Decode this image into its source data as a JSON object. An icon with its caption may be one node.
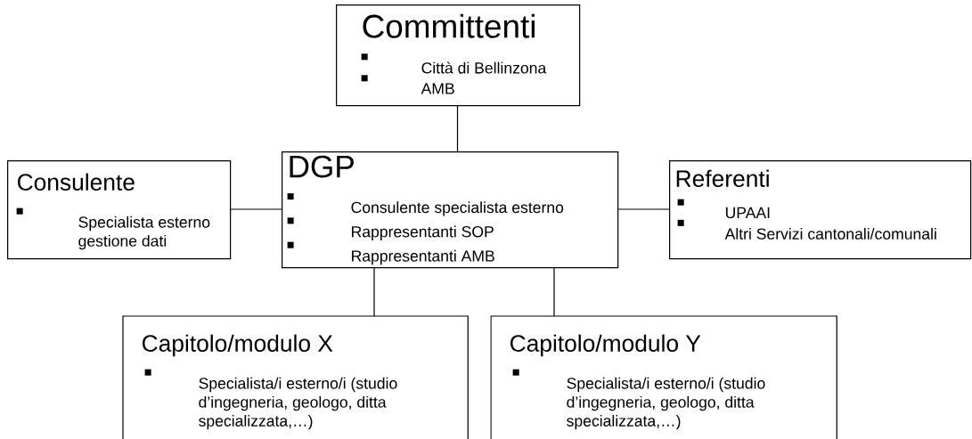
{
  "diagram": {
    "nodes": [
      {
        "text": [
          "Committenti",
          "Città di Bellinzona",
          "AMB"
        ]
      },
      {
        "text": [
          "DGP",
          "Consulente specialista esterno",
          "Rappresentanti SOP",
          "Rappresentanti AMB"
        ]
      },
      {
        "text": [
          "Consulente",
          "Specialista esterno gestione dati"
        ]
      },
      {
        "text": [
          "Referenti",
          "UPAAI",
          "Altri Servizi cantonali/comunali"
        ]
      },
      {
        "text": [
          "Capitolo/modulo X",
          "Specialista/i esterno/i (studio d’ingegneria, geologo, ditta specializzata,…)"
        ]
      },
      {
        "text": [
          "Capitolo/modulo Y",
          "Specialista/i esterno/i (studio d’ingegneria, geologo, ditta specializzata,…)"
        ]
      }
    ],
    "edges": [
      {
        "from": 0,
        "to": 1,
        "arrow": "none"
      },
      {
        "from": 2,
        "to": 1,
        "arrow": "none"
      },
      {
        "from": 1,
        "to": 3,
        "arrow": "none"
      },
      {
        "from": 1,
        "to": 4,
        "arrow": "none"
      },
      {
        "from": 1,
        "to": 5,
        "arrow": "none"
      }
    ]
  }
}
